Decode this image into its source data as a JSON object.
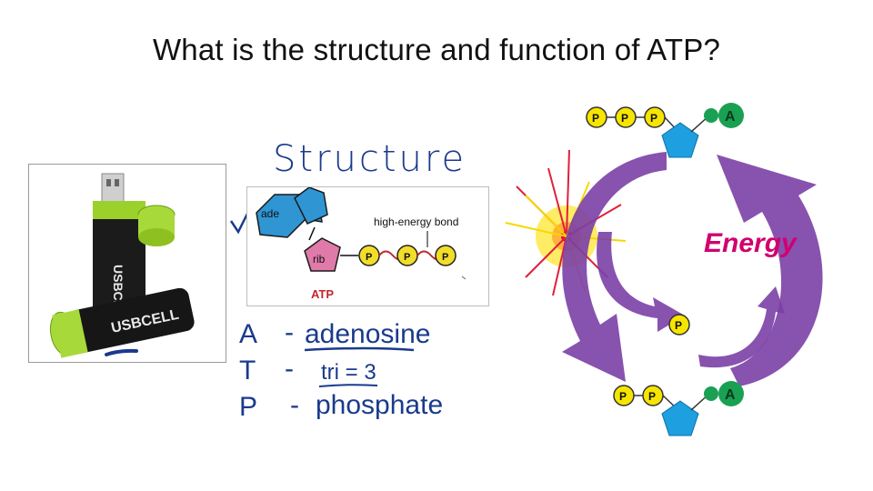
{
  "slide": {
    "title": "What is the structure and function of ATP?"
  },
  "notes": {
    "structure_heading": "Structure",
    "lines": [
      {
        "letter": "A",
        "sep": "-",
        "word": "adenosine"
      },
      {
        "letter": "T",
        "sep": "-",
        "word": "tri = 3"
      },
      {
        "letter": "P",
        "sep": "-",
        "word": "phosphate"
      }
    ]
  },
  "atp_diagram": {
    "adenine_label": "ade",
    "ribose_label": "rib",
    "phosphate_label": "P",
    "bond_label": "high-energy bond",
    "molecule_label": "ATP"
  },
  "battery": {
    "brand_top": "USBCELL",
    "brand_bottom": "USBCELL"
  },
  "cycle": {
    "top_phosphates": [
      "P",
      "P",
      "P"
    ],
    "bottom_phosphates": [
      "P",
      "P"
    ],
    "free_phosphate": "P",
    "adenosine_letter": "A",
    "energy_label": "Energy",
    "colors": {
      "arrow": "#7b3fa6",
      "phosphate": "#f6e500",
      "adenine": "#1aa053",
      "ribose": "#1e9fe0",
      "energy_text": "#d0006f"
    }
  }
}
